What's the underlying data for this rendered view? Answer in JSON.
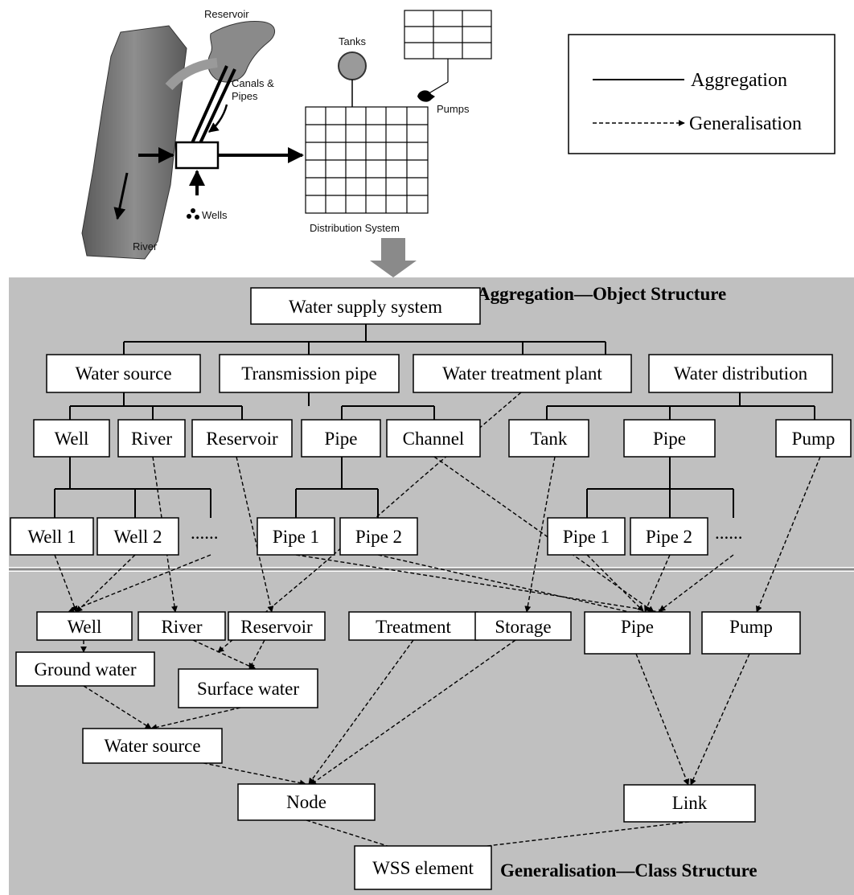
{
  "colors": {
    "panel": "#c0c0c0",
    "box_fill": "#ffffff",
    "line": "#000000"
  },
  "legend": {
    "aggregation": "Aggregation",
    "generalisation": "Generalisation"
  },
  "illustration": {
    "reservoir": "Reservoir",
    "tanks": "Tanks",
    "canals_line1": "Canals &",
    "canals_line2": "Pipes",
    "pumps": "Pumps",
    "wells": "Wells",
    "river": "River",
    "distribution_system": "Distribution System"
  },
  "aggregation_panel": {
    "title": "Aggregation—Object Structure",
    "nodes": {
      "wss": "Water supply system",
      "water_source": "Water source",
      "transmission_pipe": "Transmission pipe",
      "water_treatment_plant": "Water treatment plant",
      "water_distribution": "Water distribution",
      "well": "Well",
      "river": "River",
      "reservoir": "Reservoir",
      "tp_pipe": "Pipe",
      "channel": "Channel",
      "tank": "Tank",
      "wd_pipe": "Pipe",
      "pump": "Pump",
      "well1": "Well 1",
      "well2": "Well 2",
      "well_more": "......",
      "tp_pipe1": "Pipe 1",
      "tp_pipe2": "Pipe 2",
      "wd_pipe1": "Pipe 1",
      "wd_pipe2": "Pipe 2",
      "wd_more": "......"
    }
  },
  "generalisation_panel": {
    "title": "Generalisation—Class Structure",
    "nodes": {
      "c_well": "Well",
      "c_river": "River",
      "c_reservoir": "Reservoir",
      "c_treatment": "Treatment",
      "c_storage": "Storage",
      "c_pipe": "Pipe",
      "c_pump": "Pump",
      "c_ground": "Ground water",
      "c_surface": "Surface water",
      "c_source": "Water source",
      "c_node": "Node",
      "c_link": "Link",
      "c_wss": "WSS element"
    }
  }
}
